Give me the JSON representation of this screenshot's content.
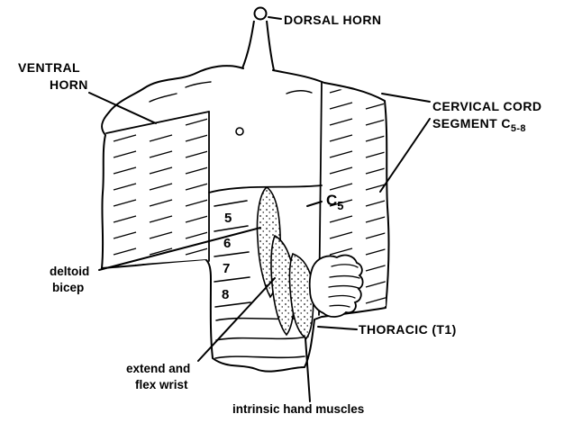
{
  "diagram": {
    "labels": {
      "dorsal_horn": "DORSAL HORN",
      "ventral_horn": [
        "VENTRAL",
        "HORN"
      ],
      "cervical_cord": [
        "CERVICAL CORD",
        "SEGMENT C"
      ],
      "cervical_sub": "5-8",
      "c_label": "C",
      "c_sub": "5",
      "segment_numbers": [
        "5",
        "6",
        "7",
        "8"
      ],
      "deltoid": [
        "deltoid",
        "bicep"
      ],
      "wrist": [
        "extend and",
        "flex wrist"
      ],
      "intrinsic": "intrinsic hand muscles",
      "thoracic": "THORACIC (T1)"
    },
    "colors": {
      "ink": "#000000",
      "background": "#ffffff"
    }
  }
}
